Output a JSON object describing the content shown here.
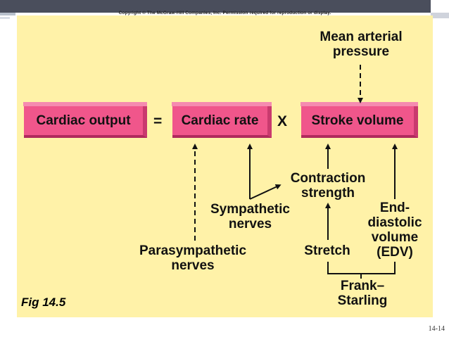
{
  "copyright": "Copyright © The McGraw-Hill Companies, Inc. Permission required for reproduction or display.",
  "equation": {
    "cardiac_output": "Cardiac output",
    "equals": "=",
    "cardiac_rate": "Cardiac rate",
    "times": "X",
    "stroke_volume": "Stroke volume"
  },
  "labels": {
    "mean_arterial_1": "Mean arterial",
    "mean_arterial_2": "pressure",
    "contraction_1": "Contraction",
    "contraction_2": "strength",
    "sympathetic_1": "Sympathetic",
    "sympathetic_2": "nerves",
    "end_1": "End-",
    "end_2": "diastolic",
    "end_3": "volume",
    "end_4": "(EDV)",
    "parasympathetic_1": "Parasympathetic",
    "parasympathetic_2": "nerves",
    "stretch": "Stretch",
    "frank_1": "Frank–",
    "frank_2": "Starling"
  },
  "figure_label": "Fig 14.5",
  "page_number": "14-14",
  "colors": {
    "panel": "#fff2a8",
    "box": "#f0568b",
    "topbar": "#4a4e5c"
  }
}
